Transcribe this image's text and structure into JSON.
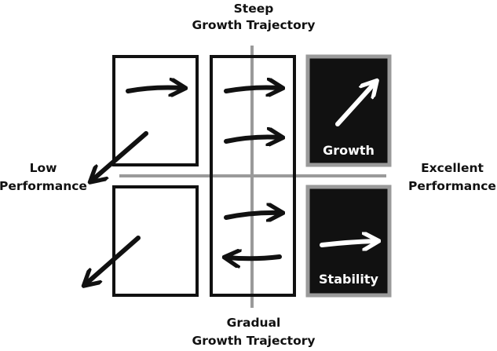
{
  "labels": {
    "top_line1": "Steep",
    "top_line2": "Growth Trajectory",
    "bottom_line1": "Gradual",
    "bottom_line2": "Growth Trajectory",
    "left_line1": "Low",
    "left_line2": "Performance",
    "right_line1": "Excellent",
    "right_line2": "Performance"
  },
  "boxes": {
    "growth_label": "Growth",
    "stability_label": "Stability"
  },
  "colors": {
    "ink": "#111111",
    "axis": "#9a9a9a",
    "filled_box": "#111111",
    "filled_box_border": "#9a9a9a",
    "filled_text": "#ffffff",
    "background": "#ffffff"
  }
}
